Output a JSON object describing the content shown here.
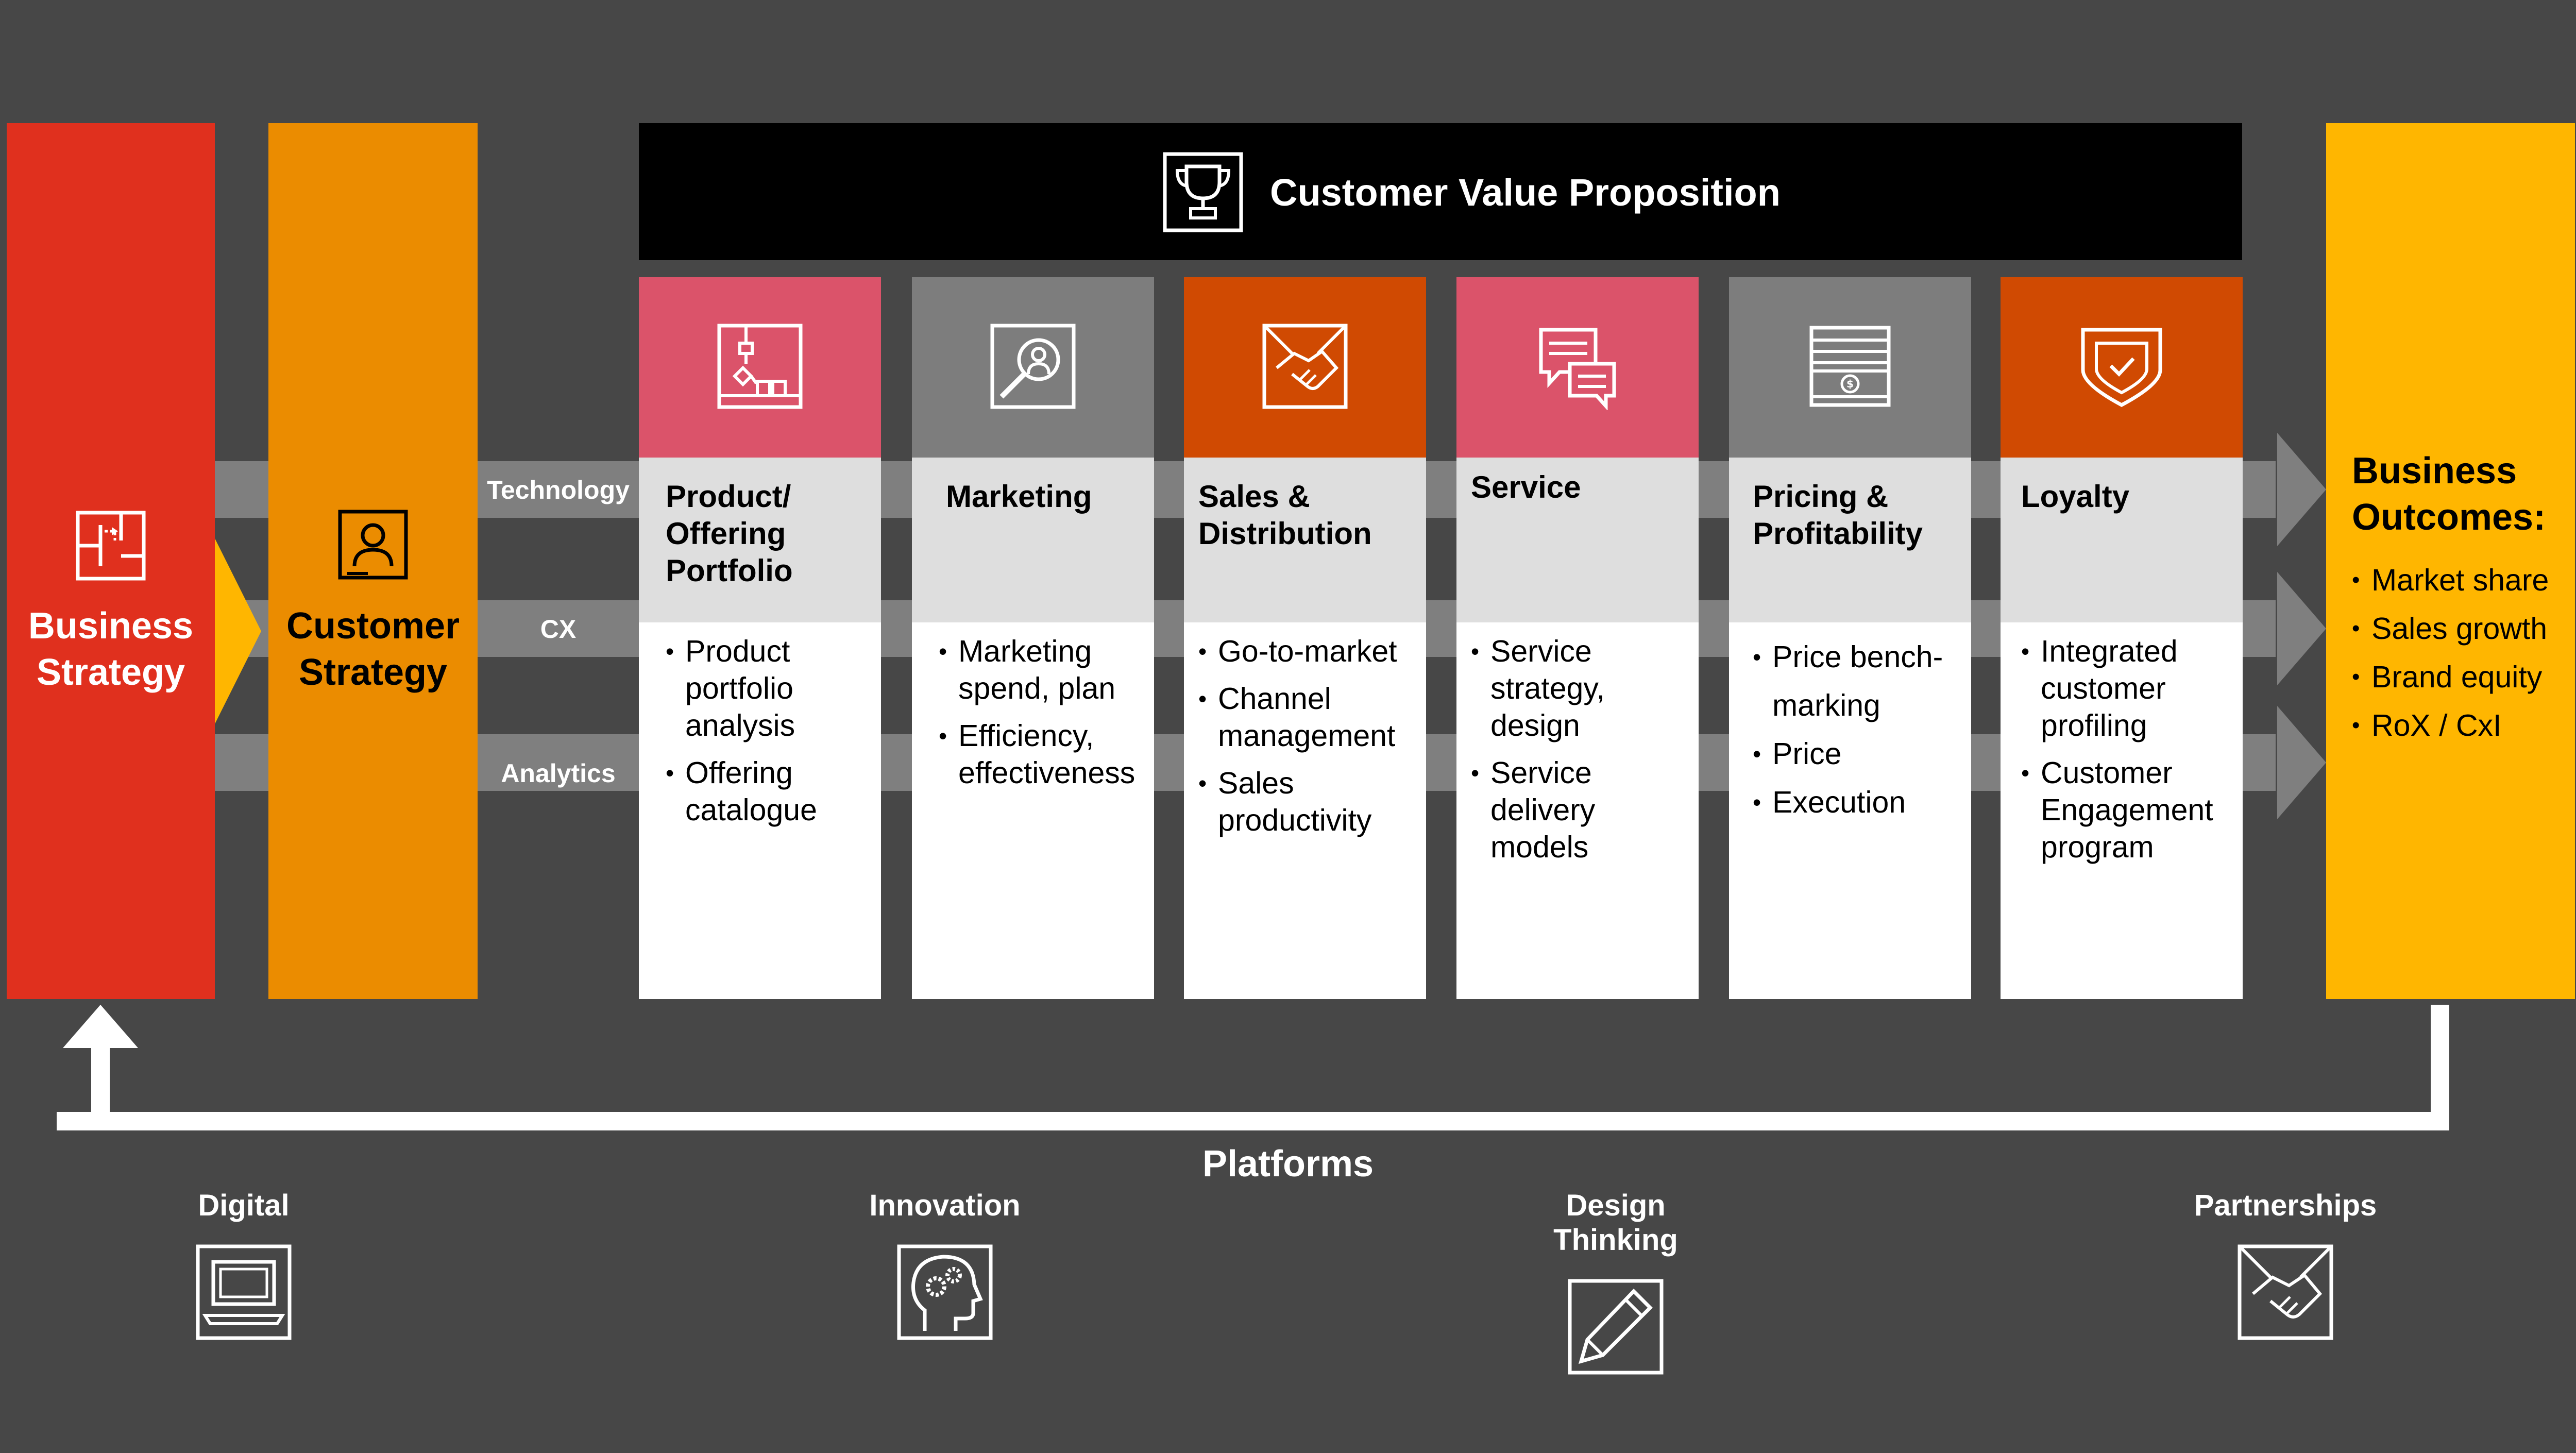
{
  "strategy": {
    "business": {
      "title": "Business Strategy",
      "icon": "flow-plan-icon",
      "color": "#e0301e"
    },
    "customer": {
      "title": "Customer Strategy",
      "icon": "person-frame-icon",
      "color": "#eb8c00"
    }
  },
  "bands": [
    {
      "label": "Technology"
    },
    {
      "label": "CX"
    },
    {
      "label": "Analytics"
    }
  ],
  "cvp": {
    "title": "Customer Value Proposition",
    "icon": "trophy-icon"
  },
  "functions": [
    {
      "title": "Product/ Offering Portfolio",
      "icon": "portfolio-blocks-icon",
      "color": "#db536a",
      "items": [
        "Product portfolio analysis",
        "Offering catalogue"
      ]
    },
    {
      "title": "Marketing",
      "icon": "magnify-person-icon",
      "color": "#7d7d7d",
      "items": [
        "Marketing spend, plan",
        "Efficiency, effectiveness"
      ]
    },
    {
      "title": "Sales & Distribution",
      "icon": "handshake-icon",
      "color": "#d04a02",
      "items": [
        "Go-to-market",
        "Channel management",
        "Sales productivity"
      ]
    },
    {
      "title": "Service",
      "icon": "chat-bubbles-icon",
      "color": "#db536a",
      "items": [
        "Service strategy, design",
        "Service delivery models"
      ]
    },
    {
      "title": "Pricing & Profitability",
      "icon": "cash-register-icon",
      "color": "#7d7d7d",
      "items": [
        "Price bench-marking",
        "Price",
        "Execution"
      ]
    },
    {
      "title": "Loyalty",
      "icon": "shield-check-icon",
      "color": "#d04a02",
      "items": [
        "Integrated customer profiling",
        "Customer Engagement program"
      ]
    }
  ],
  "outcomes": {
    "title": "Business Outcomes:",
    "items": [
      "Market share",
      "Sales growth",
      "Brand equity",
      "RoX / CxI"
    ],
    "color": "#ffb600"
  },
  "platforms": {
    "heading": "Platforms",
    "items": [
      {
        "label": "Digital",
        "icon": "laptop-icon"
      },
      {
        "label": "Innovation",
        "icon": "head-gears-icon"
      },
      {
        "label": "Design Thinking",
        "icon": "pencil-icon"
      },
      {
        "label": "Partnerships",
        "icon": "handshake-icon"
      }
    ]
  }
}
